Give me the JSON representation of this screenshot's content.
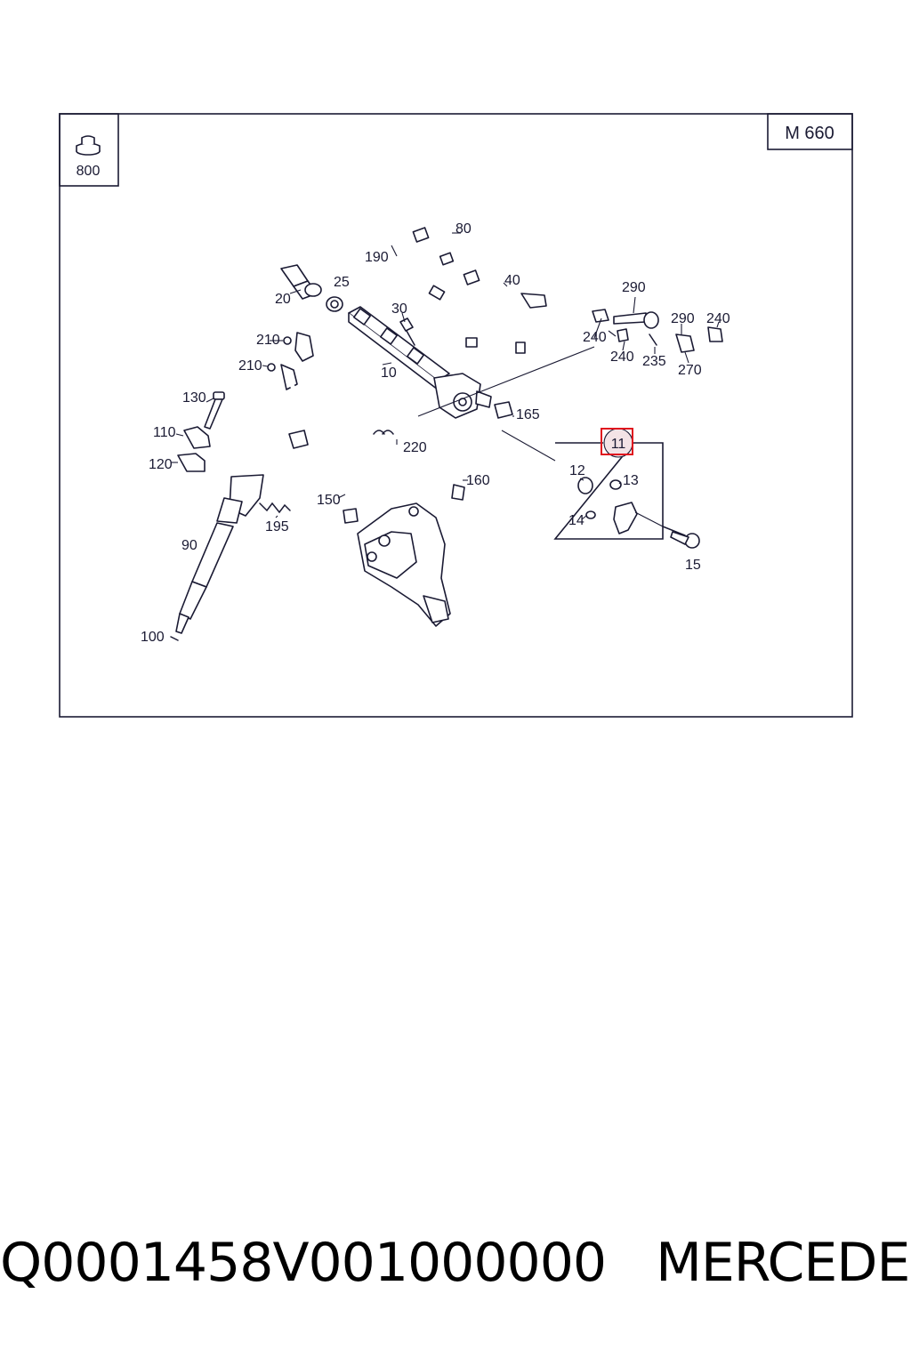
{
  "diagram": {
    "model_tag": "M 660",
    "inset_label": "800",
    "highlight_color": "#e0141e",
    "line_color": "#1a1a33",
    "callouts": [
      "80",
      "190",
      "40",
      "20",
      "25",
      "30",
      "210",
      "210",
      "10",
      "130",
      "110",
      "120",
      "90",
      "100",
      "195",
      "150",
      "220",
      "160",
      "165",
      "290",
      "290",
      "240",
      "240",
      "240",
      "235",
      "270",
      "11",
      "12",
      "13",
      "14",
      "15"
    ]
  },
  "caption": {
    "part_number": "Q0001458V001000000",
    "brand": "MERCEDES"
  }
}
